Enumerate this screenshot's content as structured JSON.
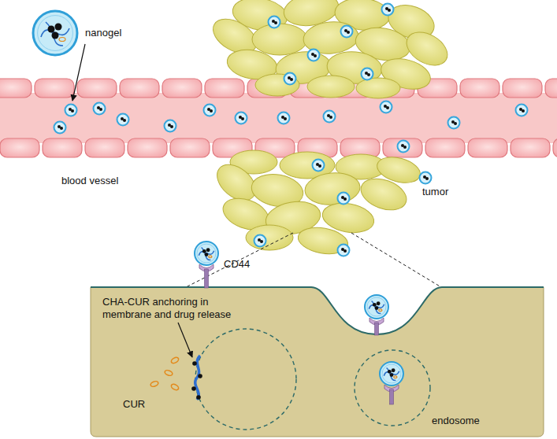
{
  "diagram": {
    "labels": [
      "nanogel",
      "blood vessel",
      "tumor",
      "CD44",
      "CHA-CUR anchoring in membrane and drug release",
      "CUR",
      "endosome"
    ]
  }
}
